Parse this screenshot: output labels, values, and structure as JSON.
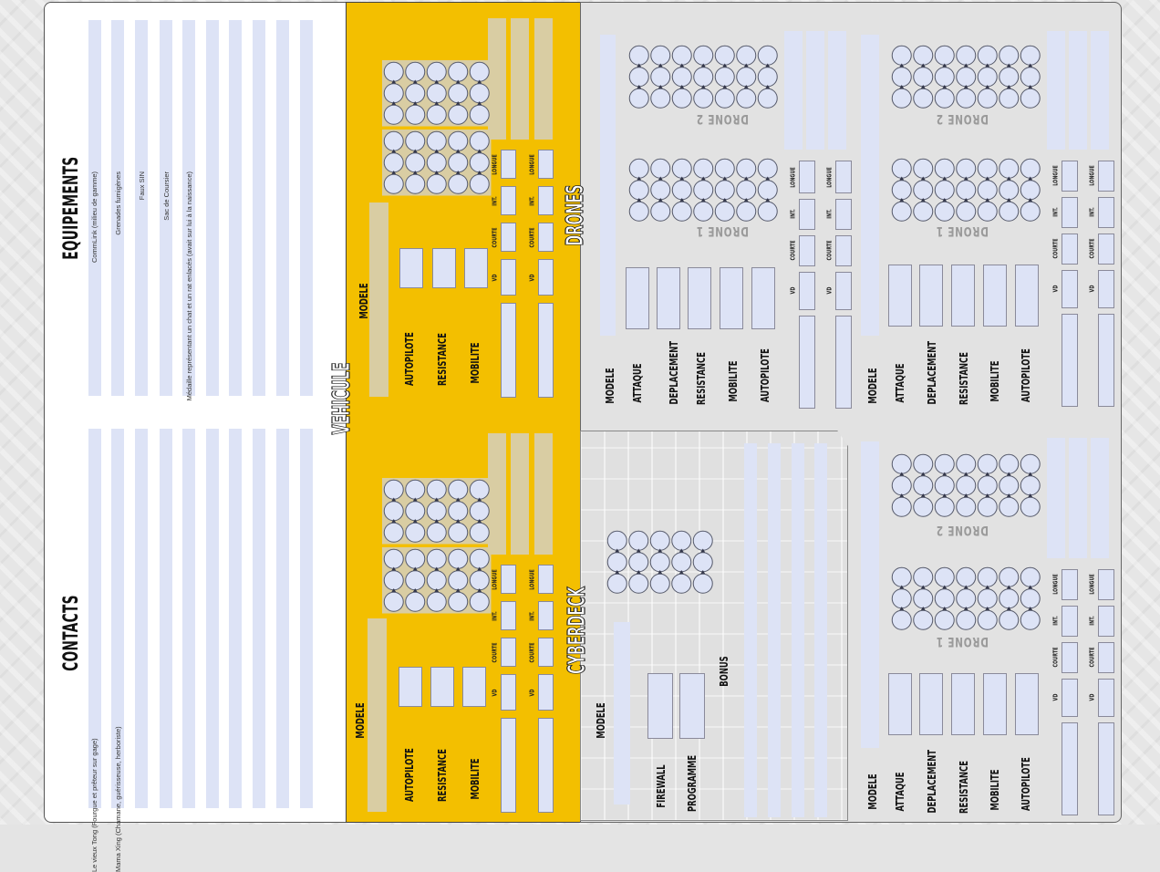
{
  "sections": {
    "contacts": "CONTACTS",
    "equipements": "EQUIPEMENTS",
    "vehicule": "VEHICULE",
    "cyberdeck": "CYBERDECK",
    "drones": "DRONES"
  },
  "contacts": [
    "Le vieux Tong (Fourgue et prêteur sur gage)",
    "Mama Xing (Chamane, guérisseuse, herboriste)"
  ],
  "equipements": [
    "CommLink (milieu de gamme)",
    "Grenades fumigènes",
    "Faux SIN",
    "Sac de Coursier",
    "Médaille représentant un chat et un rat enlacés (avait sur lui à la naissance)"
  ],
  "labels": {
    "modele": "MODELE",
    "autopilote": "AUTOPILOTE",
    "resistance": "RESISTANCE",
    "mobilite": "MOBILITE",
    "attaque": "ATTAQUE",
    "deplacement": "DEPLACEMENT",
    "firewall": "FIREWALL",
    "programme": "PROGRAMME",
    "bonus": "BONUS",
    "vd": "VD",
    "courte": "COURTE",
    "int": "INT.",
    "longue": "LONGUE",
    "drone1": "DRONE 1",
    "drone2": "DRONE 2"
  },
  "colors": {
    "yellow": "#f3bf00",
    "lavender": "#dde3f6",
    "tan": "#d9cda3",
    "gray": "#e2e2e2"
  }
}
